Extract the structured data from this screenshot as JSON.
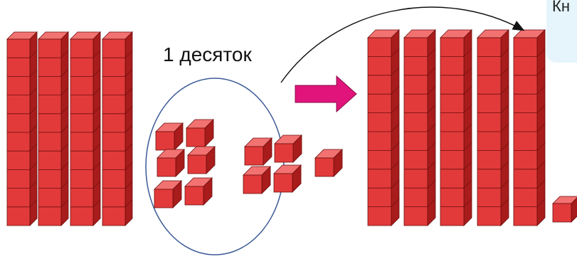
{
  "group_label": "1 десяток",
  "corner_text": "Кн",
  "left_rods": 4,
  "circle_left_cubes": 6,
  "circle_right_cubes": 4,
  "outside_cubes": 1,
  "right_rods": 5,
  "right_loose_cubes": 1,
  "cubes_per_rod": 10,
  "colors": {
    "cube_front": "#e23a3a",
    "cube_top": "#f27272",
    "cube_side": "#a81c1c",
    "cube_edge": "#6b0d0d",
    "arrow": "#e0147a",
    "circle_stroke": "#3b5a96",
    "corner_bg": "#e6f5fc"
  },
  "icons": [
    "unit-cube",
    "ten-rod",
    "transfer-arrow",
    "curved-arrow"
  ]
}
